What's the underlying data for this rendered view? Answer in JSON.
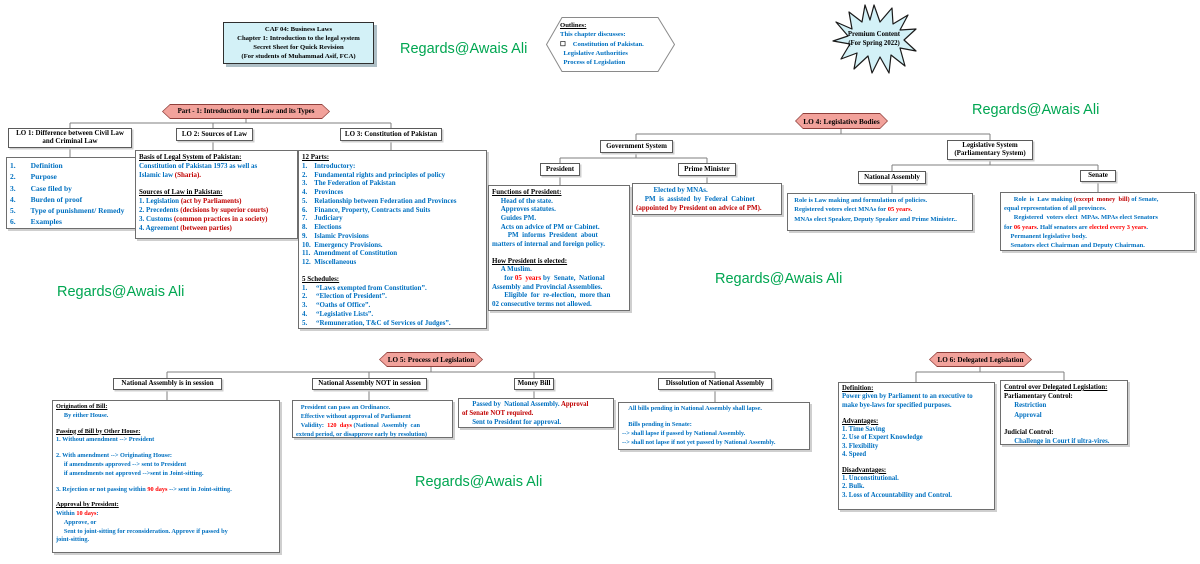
{
  "colors": {
    "blue": "#0070C0",
    "red": "#C00000",
    "red2": "#FF0000",
    "green": "#00A651",
    "pink": "#F2A29B",
    "pinkb": "#8F3F3B",
    "cyan": "#D3F1F7"
  },
  "watermark": "Regards@Awais Ali",
  "title_box": {
    "lines": [
      [
        {
          "t": "CAF 04: Business Laws",
          "c": "k"
        }
      ],
      [
        {
          "t": "Chapter 1: Introduction to the legal system",
          "c": "k"
        }
      ],
      [
        {
          "t": "Secret Sheet for Quick Revision",
          "c": "k"
        }
      ],
      [
        {
          "t": "(For students of Muhammad Asif, FCA)",
          "c": "k"
        }
      ]
    ]
  },
  "outlines": {
    "lines": [
      [
        {
          "t": "Outlines:",
          "c": "k",
          "u": true
        }
      ],
      [
        {
          "t": "This chapter discusses:",
          "c": "b"
        }
      ],
      [
        {
          "t": "☐    ",
          "c": "k"
        },
        {
          "t": "Constitution of Pakistan.",
          "c": "b"
        }
      ],
      [
        {
          "t": "  Legislative Authorities",
          "c": "b"
        }
      ],
      [
        {
          "t": "  Process of Legislation",
          "c": "b"
        }
      ]
    ]
  },
  "premium": {
    "lines": [
      [
        {
          "t": "Premium Content",
          "c": "k"
        }
      ],
      [
        {
          "t": "(For Spring 2022)",
          "c": "k"
        }
      ]
    ]
  },
  "part1": {
    "label": "Part - 1: Introduction to the Law and its Types"
  },
  "lo1": {
    "header_line1": "LO 1: Difference between Civil Law",
    "header_line2": "and Criminal Law",
    "list": [
      [
        {
          "t": "1.        Definition",
          "c": "b"
        }
      ],
      [
        {
          "t": "2.        Purpose",
          "c": "b"
        }
      ],
      [
        {
          "t": "3.        Case filed by",
          "c": "b"
        }
      ],
      [
        {
          "t": "4.        Burden of proof",
          "c": "b"
        }
      ],
      [
        {
          "t": "5.        Type of punishment/ Remedy",
          "c": "b"
        }
      ],
      [
        {
          "t": "6.        Examples",
          "c": "b"
        }
      ]
    ]
  },
  "lo2": {
    "header": "LO 2: Sources of Law",
    "content": [
      [
        {
          "t": "Basis of Legal System of Pakistan:",
          "c": "k",
          "u": true
        }
      ],
      [
        {
          "t": "Constitution of Pakistan 1973 as well as",
          "c": "b"
        }
      ],
      [
        {
          "t": "Islamic law ",
          "c": "b"
        },
        {
          "t": "(Sharia).",
          "c": "r"
        }
      ],
      [],
      [
        {
          "t": "Sources of Law in Pakistan:",
          "c": "k",
          "u": true
        }
      ],
      [
        {
          "t": "1. Legislation ",
          "c": "b"
        },
        {
          "t": "(act by Parliaments)",
          "c": "r"
        }
      ],
      [
        {
          "t": "2. Precedents ",
          "c": "b"
        },
        {
          "t": "(decisions by superior courts)",
          "c": "r"
        }
      ],
      [
        {
          "t": "3. Customs ",
          "c": "b"
        },
        {
          "t": "(common practices in a society)",
          "c": "r"
        }
      ],
      [
        {
          "t": "4. Agreement ",
          "c": "b"
        },
        {
          "t": "(between parties)",
          "c": "r"
        }
      ]
    ]
  },
  "lo3": {
    "header": "LO 3: Constitution of Pakistan",
    "content": [
      [
        {
          "t": "12 Parts:",
          "c": "k",
          "u": true
        }
      ],
      [
        {
          "t": "1.    Introductory:",
          "c": "b"
        }
      ],
      [
        {
          "t": "2.    Fundamental rights and principles of policy",
          "c": "b"
        }
      ],
      [
        {
          "t": "3.    The Federation of Pakistan",
          "c": "b"
        }
      ],
      [
        {
          "t": "4.    Provinces",
          "c": "b"
        }
      ],
      [
        {
          "t": "5.    Relationship between Federation and Provinces",
          "c": "b"
        }
      ],
      [
        {
          "t": "6.    Finance, Property, Contracts and Suits",
          "c": "b"
        }
      ],
      [
        {
          "t": "7.    Judiciary",
          "c": "b"
        }
      ],
      [
        {
          "t": "8.    Elections",
          "c": "b"
        }
      ],
      [
        {
          "t": "9.    Islamic Provisions",
          "c": "b"
        }
      ],
      [
        {
          "t": "10.  Emergency Provisions.",
          "c": "b"
        }
      ],
      [
        {
          "t": "11.  Amendment of Constitution",
          "c": "b"
        }
      ],
      [
        {
          "t": "12.  Miscellaneous",
          "c": "b"
        }
      ],
      [],
      [
        {
          "t": "5 Schedules:",
          "c": "k",
          "u": true
        }
      ],
      [
        {
          "t": "1.     “Laws exempted from Constitution”.",
          "c": "b"
        }
      ],
      [
        {
          "t": "2.     “Election of President”.",
          "c": "b"
        }
      ],
      [
        {
          "t": "3.     “Oaths of Office”.",
          "c": "b"
        }
      ],
      [
        {
          "t": "4.     “Legislative Lists”.",
          "c": "b"
        }
      ],
      [
        {
          "t": "5.     “Remuneration, T&C of Services of Judges”.",
          "c": "b"
        }
      ]
    ]
  },
  "lo4": {
    "header": "LO 4: Legislative Bodies",
    "government_system": "Government System",
    "president": "President",
    "prime_minister": "Prime Minister",
    "legislative_system_line1": "Legislative System",
    "legislative_system_line2": "(Parliamentary System)",
    "national_assembly": "National Assembly",
    "senate": "Senate",
    "president_box": [
      [
        {
          "t": "Functions of President:",
          "c": "k",
          "u": true
        }
      ],
      [
        {
          "t": "     Head of the state.",
          "c": "b"
        }
      ],
      [
        {
          "t": "     Approves statutes.",
          "c": "b"
        }
      ],
      [
        {
          "t": "     Guides PM.",
          "c": "b"
        }
      ],
      [
        {
          "t": "     Acts on advice of PM or Cabinet.",
          "c": "b"
        }
      ],
      [
        {
          "t": "         PM  informs  President  about",
          "c": "b"
        }
      ],
      [
        {
          "t": "matters of internal and foreign policy.",
          "c": "b"
        }
      ],
      [],
      [
        {
          "t": "How President is elected:",
          "c": "k",
          "u": true
        }
      ],
      [
        {
          "t": "     A Muslim.",
          "c": "b"
        }
      ],
      [
        {
          "t": "       for ",
          "c": "b"
        },
        {
          "t": "05  years",
          "c": "R"
        },
        {
          "t": " by  Senate,  National",
          "c": "b"
        }
      ],
      [
        {
          "t": "Assembly and Provincial Assemblies.",
          "c": "b"
        }
      ],
      [
        {
          "t": "       Eligible  for  re-election,  more than",
          "c": "b"
        }
      ],
      [
        {
          "t": "02 consecutive terms not allowed.",
          "c": "b"
        }
      ]
    ],
    "prime_minister_box": [
      [
        {
          "t": "          Elected by MNAs.",
          "c": "b"
        }
      ],
      [
        {
          "t": "     PM  is  assisted  by  Federal  Cabinet",
          "c": "b"
        }
      ],
      [
        {
          "t": "(appointed by President on advice of PM).",
          "c": "r"
        }
      ]
    ],
    "national_assembly_box": [
      [
        {
          "t": "  Role is Law making and formulation of policies.",
          "c": "b"
        }
      ],
      [
        {
          "t": "  Registered voters elect MNAs for ",
          "c": "b"
        },
        {
          "t": "05 years",
          "c": "R"
        },
        {
          "t": ".",
          "c": "b"
        }
      ],
      [
        {
          "t": "  MNAs elect Speaker, Deputy Speaker and Prime Minister..",
          "c": "b"
        }
      ]
    ],
    "senate_box": [
      [
        {
          "t": "      Role  is  Law making ",
          "c": "b"
        },
        {
          "t": "(except  money  bill)",
          "c": "r"
        },
        {
          "t": " of Senate,",
          "c": "b"
        }
      ],
      [
        {
          "t": "equal representation of all provinces.",
          "c": "b"
        }
      ],
      [
        {
          "t": "      Registered  voters elect  MPAs. MPAs elect Senators",
          "c": "b"
        }
      ],
      [
        {
          "t": "for ",
          "c": "b"
        },
        {
          "t": "06 years",
          "c": "R"
        },
        {
          "t": ". Half senators are ",
          "c": "b"
        },
        {
          "t": "elected every 3 years",
          "c": "R"
        },
        {
          "t": ".",
          "c": "b"
        }
      ],
      [
        {
          "t": "    Permanent legislative body.",
          "c": "b"
        }
      ],
      [
        {
          "t": "    Senators elect Chairman and Deputy Chairman.",
          "c": "b"
        }
      ]
    ]
  },
  "lo5": {
    "header": "LO 5: Process of Legislation",
    "in_session": "National Assembly is in session",
    "not_in_session": "National Assembly NOT in session",
    "money_bill": "Money Bill",
    "dissolution": "Dissolution of National Assembly",
    "in_session_box": [
      [
        {
          "t": "Origination of Bill:",
          "c": "k",
          "u": true
        }
      ],
      [
        {
          "t": "     By either House.",
          "c": "b"
        }
      ],
      [],
      [
        {
          "t": "Passing of Bill by Other House:",
          "c": "k",
          "u": true
        }
      ],
      [
        {
          "t": "1. Without amendment --> President",
          "c": "b"
        }
      ],
      [],
      [
        {
          "t": "2. With amendment --> Originating House:",
          "c": "b"
        }
      ],
      [
        {
          "t": "     if amendments approved --> sent to President",
          "c": "b"
        }
      ],
      [
        {
          "t": "     if amendments not approved -->sent in Joint-sitting.",
          "c": "b"
        }
      ],
      [],
      [
        {
          "t": "3. Rejection or not passing within ",
          "c": "b"
        },
        {
          "t": "90 days",
          "c": "R"
        },
        {
          "t": " --> sent in Joint-sitting.",
          "c": "b"
        }
      ],
      [],
      [
        {
          "t": "Approval by President:",
          "c": "k",
          "u": true
        }
      ],
      [
        {
          "t": "Within ",
          "c": "b"
        },
        {
          "t": "10 days",
          "c": "R"
        },
        {
          "t": ":",
          "c": "b"
        }
      ],
      [
        {
          "t": "     Approve, or",
          "c": "b"
        }
      ],
      [
        {
          "t": "     Sent to joint-sitting for reconsideration. Approve if passed by",
          "c": "b"
        }
      ],
      [
        {
          "t": "joint-sitting.",
          "c": "b"
        }
      ]
    ],
    "not_in_session_box": [
      [
        {
          "t": "   President can pass an Ordinance.",
          "c": "b"
        }
      ],
      [
        {
          "t": "   Effective without approval of Parliament",
          "c": "b"
        }
      ],
      [
        {
          "t": "   Validity:  ",
          "c": "b"
        },
        {
          "t": "120  days",
          "c": "R"
        },
        {
          "t": " ",
          "c": "b"
        },
        {
          "t": "(National  Assembly  can",
          "c": "b"
        }
      ],
      [
        {
          "t": "extend period, or disapprove early by resolution)",
          "c": "b"
        }
      ]
    ],
    "money_bill_box": [
      [
        {
          "t": "      Passed by  National Assembly. ",
          "c": "b"
        },
        {
          "t": "Approval",
          "c": "r"
        }
      ],
      [
        {
          "t": "of Senate NOT required.",
          "c": "r"
        }
      ],
      [
        {
          "t": "      Sent to President for approval.",
          "c": "b"
        }
      ]
    ],
    "dissolution_box": [
      [
        {
          "t": "    All bills pending in National Assembly shall lapse.",
          "c": "b"
        }
      ],
      [],
      [
        {
          "t": "    Bills pending in Senate:",
          "c": "b"
        }
      ],
      [
        {
          "t": "--> shall lapse if passed by National Assembly.",
          "c": "b"
        }
      ],
      [
        {
          "t": "--> shall not lapse if not yet passed by National Assembly.",
          "c": "b"
        }
      ]
    ]
  },
  "lo6": {
    "header": "LO 6: Delegated Legislation",
    "definition_box": [
      [
        {
          "t": "Definition:",
          "c": "k",
          "u": true
        }
      ],
      [
        {
          "t": "Power given by Parliament to an executive to",
          "c": "b"
        }
      ],
      [
        {
          "t": "make bye-laws for specified purposes.",
          "c": "b"
        }
      ],
      [],
      [
        {
          "t": "Advantages:",
          "c": "k",
          "u": true
        }
      ],
      [
        {
          "t": "1. Time Saving",
          "c": "b"
        }
      ],
      [
        {
          "t": "2. Use of Expert Knowledge",
          "c": "b"
        }
      ],
      [
        {
          "t": "3. Flexibility",
          "c": "b"
        }
      ],
      [
        {
          "t": "4. Speed",
          "c": "b"
        }
      ],
      [],
      [
        {
          "t": "Disadvantages:",
          "c": "k",
          "u": true
        }
      ],
      [
        {
          "t": "1. Unconstitutional.",
          "c": "b"
        }
      ],
      [
        {
          "t": "2. Bulk.",
          "c": "b"
        }
      ],
      [
        {
          "t": "3. Loss of Accountability and Control.",
          "c": "b"
        }
      ]
    ],
    "control_box": [
      [
        {
          "t": "Control over Delegated Legislation:",
          "c": "k",
          "u": true
        }
      ],
      [
        {
          "t": "Parliamentary Control:",
          "c": "k"
        }
      ],
      [
        {
          "t": "      Restriction",
          "c": "b"
        }
      ],
      [
        {
          "t": "      Approval",
          "c": "b"
        }
      ],
      [],
      [
        {
          "t": "Judicial Control:",
          "c": "k"
        }
      ],
      [
        {
          "t": "      Challenge in Court if ultra-vires.",
          "c": "b"
        }
      ]
    ]
  }
}
